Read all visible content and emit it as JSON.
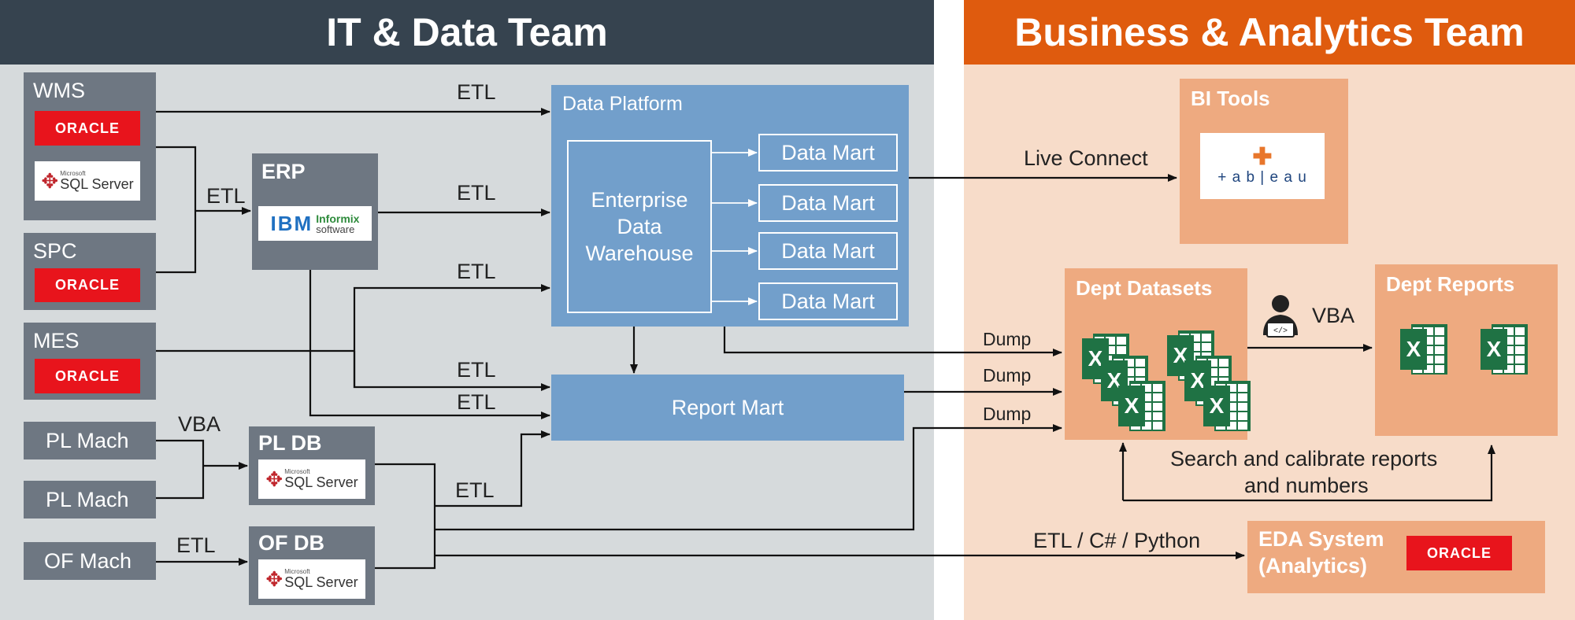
{
  "headers": {
    "it": "IT & Data Team",
    "business": "Business & Analytics Team"
  },
  "sources": {
    "wms": "WMS",
    "spc": "SPC",
    "mes": "MES",
    "erp": "ERP",
    "pl_mach_1": "PL Mach",
    "pl_mach_2": "PL Mach",
    "of_mach": "OF Mach",
    "pl_db": "PL DB",
    "of_db": "OF DB"
  },
  "logos": {
    "oracle": "ORACLE",
    "mssql_small": "Microsoft",
    "mssql_main": "SQL Server",
    "ibm": "IBM",
    "informix_main": "Informix",
    "informix_sub": "software",
    "tableau": "+ a b | e a u"
  },
  "platform": {
    "title": "Data Platform",
    "edw_line1": "Enterprise",
    "edw_line2": "Data",
    "edw_line3": "Warehouse",
    "marts": [
      "Data Mart",
      "Data Mart",
      "Data Mart",
      "Data Mart"
    ],
    "report_mart": "Report Mart"
  },
  "edge_labels": {
    "etl_wms": "ETL",
    "etl_erp_in": "ETL",
    "etl_erp_out": "ETL",
    "etl_mes": "ETL",
    "etl_mes_rm": "ETL",
    "etl_erp_rm": "ETL",
    "vba_pl": "VBA",
    "etl_of": "ETL",
    "etl_db": "ETL",
    "live_connect": "Live Connect",
    "dump_1": "Dump",
    "dump_2": "Dump",
    "dump_3": "Dump",
    "vba_reports": "VBA",
    "etl_csharp_python": "ETL / C# / Python"
  },
  "business": {
    "bi_tools": "BI Tools",
    "dept_datasets": "Dept Datasets",
    "dept_reports": "Dept Reports",
    "search_line1": "Search and calibrate reports",
    "search_line2": "and numbers",
    "eda_line1": "EDA System",
    "eda_line2": "(Analytics)"
  },
  "icons": {
    "excel": "X",
    "person": "person-laptop-icon"
  },
  "colors": {
    "it_header": "#36434f",
    "it_bg": "#d6dadc",
    "biz_header": "#df5b0e",
    "biz_bg": "#f7dcc9",
    "source_box": "#6e7782",
    "platform": "#729fcb",
    "peach_box": "#eeaa80",
    "oracle_red": "#e8141c",
    "excel_green": "#1f7244"
  }
}
